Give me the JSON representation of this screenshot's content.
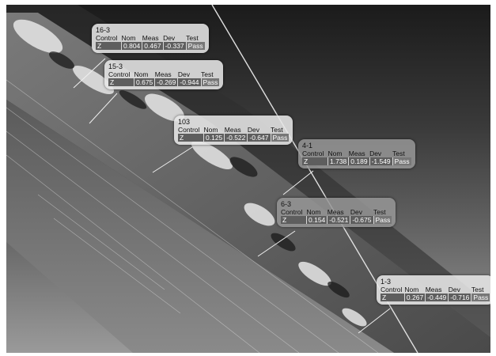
{
  "headers": [
    "Control",
    "Nom",
    "Meas",
    "Dev",
    "Test"
  ],
  "callouts": [
    {
      "id": "16-3",
      "axis": "Z",
      "nom": "0.804",
      "meas": "0.467",
      "dev": "-0.337",
      "test": "Pass"
    },
    {
      "id": "15-3",
      "axis": "Z",
      "nom": "0.675",
      "meas": "-0.269",
      "dev": "-0.944",
      "test": "Pass"
    },
    {
      "id": "103",
      "axis": "Z",
      "nom": "0.125",
      "meas": "-0.522",
      "dev": "-0.647",
      "test": "Pass"
    },
    {
      "id": "4-1",
      "axis": "Z",
      "nom": "1.738",
      "meas": "0.189",
      "dev": "-1.549",
      "test": "Pass"
    },
    {
      "id": "6-3",
      "axis": "Z",
      "nom": "0.154",
      "meas": "-0.521",
      "dev": "-0.675",
      "test": "Pass"
    },
    {
      "id": "1-3",
      "axis": "Z",
      "nom": "0.267",
      "meas": "-0.449",
      "dev": "-0.716",
      "test": "Pass"
    }
  ]
}
